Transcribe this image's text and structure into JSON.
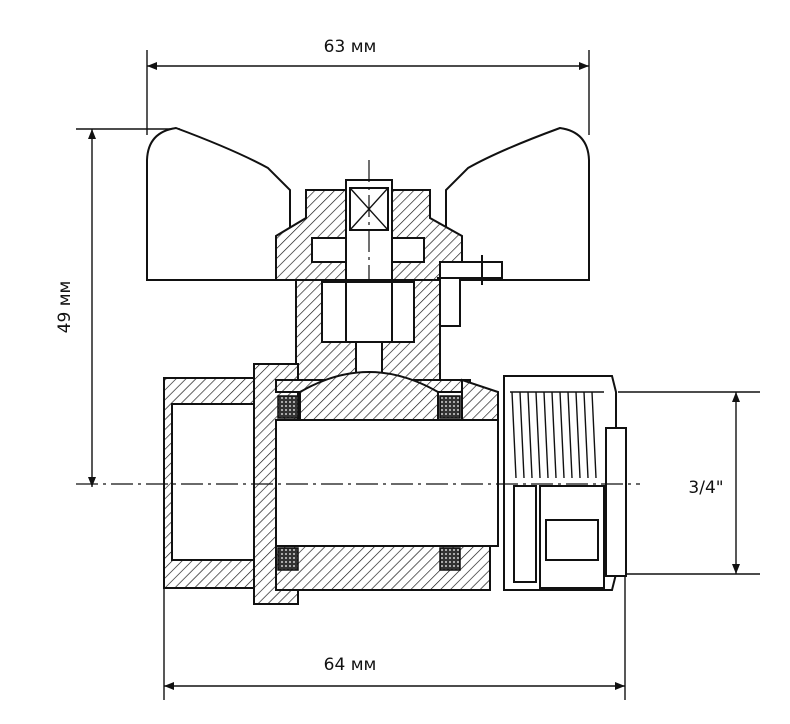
{
  "dimensions": {
    "handle_width": "63 мм",
    "total_height": "49 мм",
    "total_length": "64 мм",
    "thread_size": "3/4\""
  }
}
